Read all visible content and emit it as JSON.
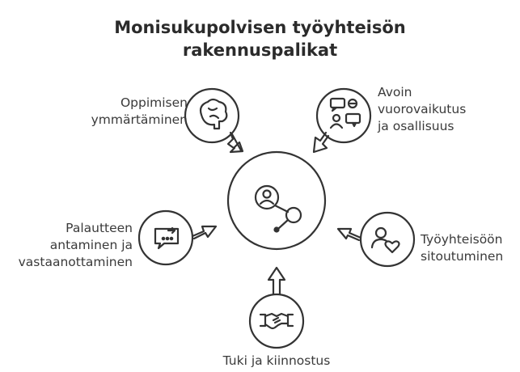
{
  "title": {
    "line1": "Monisukupolvisen työyhteisön",
    "line2": "rakennuspalikat"
  },
  "nodes": {
    "center": {
      "icon": "person-network-icon"
    },
    "learning": {
      "label_lines": [
        "Oppimisen",
        "ymmärtäminen"
      ],
      "icon": "brain-icon"
    },
    "interaction": {
      "label_lines": [
        "Avoin",
        "vuorovaikutus",
        "ja osallisuus"
      ],
      "icon": "conversation-icon"
    },
    "feedback": {
      "label_lines": [
        "Palautteen",
        "antaminen ja",
        "vastaanottaminen"
      ],
      "icon": "feedback-chat-icon"
    },
    "commitment": {
      "label_lines": [
        "Työyhteisöön",
        "sitoutuminen"
      ],
      "icon": "person-heart-icon"
    },
    "support": {
      "label_lines": [
        "Tuki ja kiinnostus"
      ],
      "icon": "handshake-icon"
    }
  },
  "colors": {
    "stroke": "#333333",
    "text": "#3a3a3a",
    "background": "#ffffff"
  }
}
